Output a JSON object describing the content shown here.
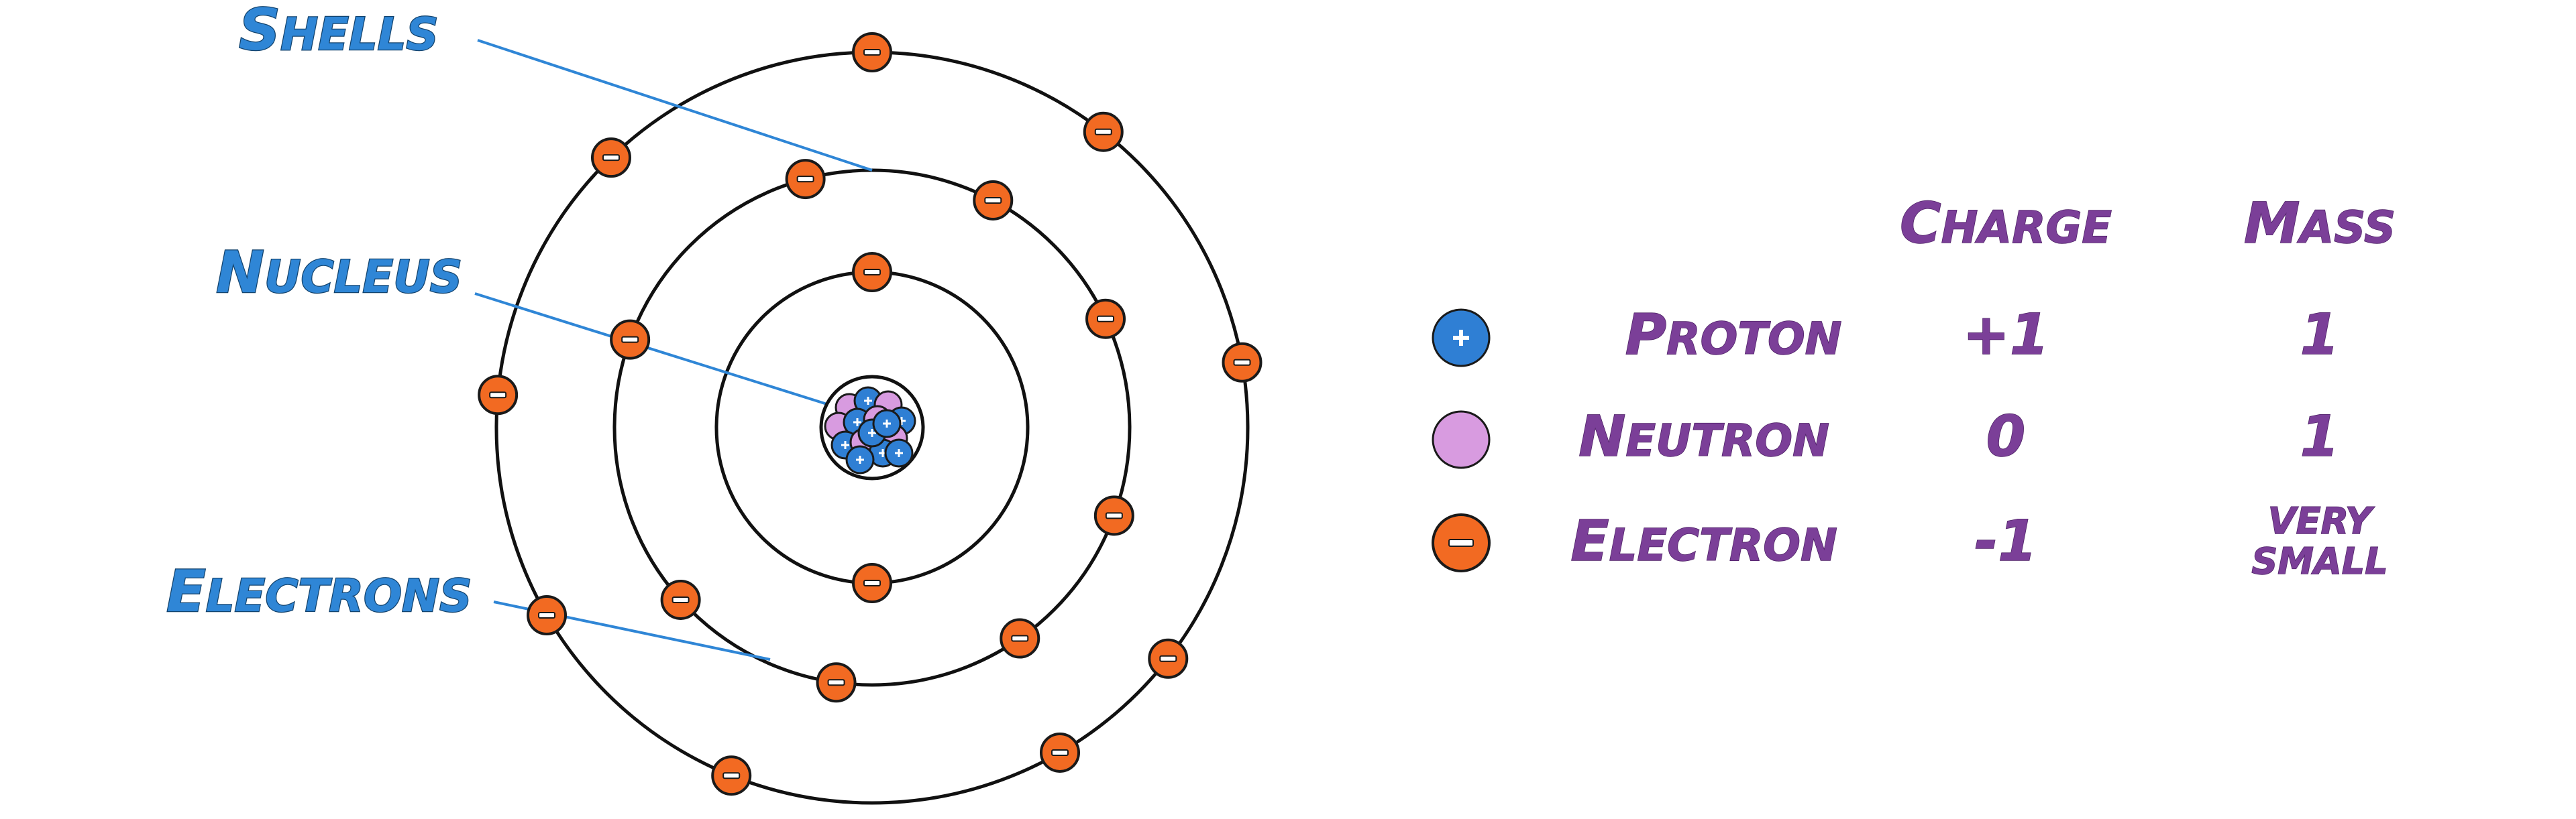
{
  "labels": {
    "shells": "Shells",
    "nucleus": "Nucleus",
    "electrons": "Electrons"
  },
  "table": {
    "headers": {
      "charge": "Charge",
      "mass": "Mass"
    },
    "rows": [
      {
        "particle": "Proton",
        "charge": "+1",
        "mass": "1",
        "icon": "proton-icon"
      },
      {
        "particle": "Neutron",
        "charge": "0",
        "mass": "1",
        "icon": "neutron-icon"
      },
      {
        "particle": "Electron",
        "charge": "-1",
        "mass_line1": "very",
        "mass_line2": "small",
        "icon": "electron-icon"
      }
    ]
  },
  "colors": {
    "label_blue": "#2f86d6",
    "label_purple": "#7b3f98",
    "electron": "#f26a22",
    "proton": "#2f7fd4",
    "neutron": "#d89be0"
  }
}
